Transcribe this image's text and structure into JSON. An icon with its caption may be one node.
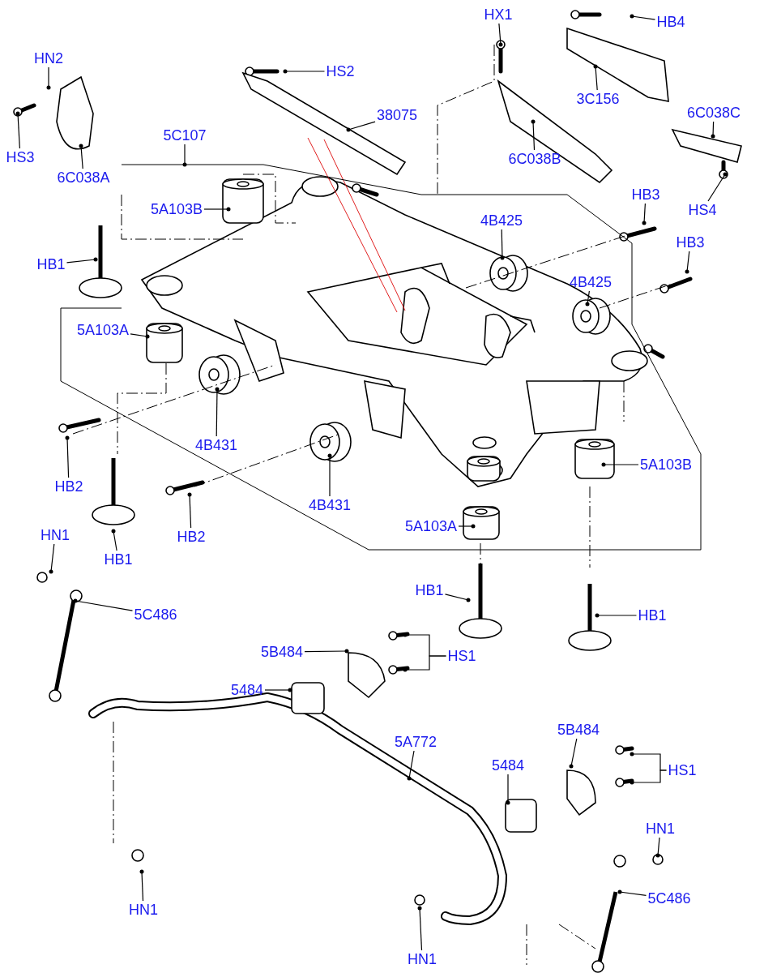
{
  "diagram": {
    "nodes": [
      {
        "text": [
          "HN2"
        ]
      },
      {
        "text": [
          "HS3"
        ]
      },
      {
        "text": [
          "6C038A"
        ]
      },
      {
        "text": [
          "HS2"
        ]
      },
      {
        "text": [
          "38075"
        ]
      },
      {
        "text": [
          "HX1"
        ]
      },
      {
        "text": [
          "HB4"
        ]
      },
      {
        "text": [
          "3C156"
        ]
      },
      {
        "text": [
          "6C038B"
        ]
      },
      {
        "text": [
          "6C038C"
        ]
      },
      {
        "text": [
          "HS4"
        ]
      },
      {
        "text": [
          "5C107"
        ]
      },
      {
        "text": [
          "5A103B"
        ]
      },
      {
        "text": [
          "HB1"
        ]
      },
      {
        "text": [
          "HB3"
        ]
      },
      {
        "text": [
          "4B425"
        ]
      },
      {
        "text": [
          "HB3"
        ]
      },
      {
        "text": [
          "4B425"
        ]
      },
      {
        "text": [
          "5A103A"
        ]
      },
      {
        "text": [
          "4B431"
        ]
      },
      {
        "text": [
          "HB2"
        ]
      },
      {
        "text": [
          "4B431"
        ]
      },
      {
        "text": [
          "HB2"
        ]
      },
      {
        "text": [
          "5A103B"
        ]
      },
      {
        "text": [
          "5A103A"
        ]
      },
      {
        "text": [
          "HB1"
        ]
      },
      {
        "text": [
          "HN1"
        ]
      },
      {
        "text": [
          "5C486"
        ]
      },
      {
        "text": [
          "HB1"
        ]
      },
      {
        "text": [
          "HB1"
        ]
      },
      {
        "text": [
          "5B484"
        ]
      },
      {
        "text": [
          "HS1"
        ]
      },
      {
        "text": [
          "5484"
        ]
      },
      {
        "text": [
          "5A772"
        ]
      },
      {
        "text": [
          "5B484"
        ]
      },
      {
        "text": [
          "5484"
        ]
      },
      {
        "text": [
          "HS1"
        ]
      },
      {
        "text": [
          "HN1"
        ]
      },
      {
        "text": [
          "5C486"
        ]
      },
      {
        "text": [
          "HN1"
        ]
      },
      {
        "text": [
          "HN1"
        ]
      }
    ],
    "edges": [
      {
        "from": 0,
        "to": null,
        "arrow": "other"
      },
      {
        "from": 1,
        "to": null,
        "arrow": "other"
      },
      {
        "from": 2,
        "to": null,
        "arrow": "other"
      },
      {
        "from": 3,
        "to": null,
        "arrow": "other"
      },
      {
        "from": 4,
        "to": null,
        "arrow": "other"
      },
      {
        "from": 5,
        "to": null,
        "arrow": "other"
      },
      {
        "from": 6,
        "to": null,
        "arrow": "other"
      },
      {
        "from": 7,
        "to": null,
        "arrow": "other"
      },
      {
        "from": 8,
        "to": null,
        "arrow": "other"
      },
      {
        "from": 9,
        "to": null,
        "arrow": "other"
      },
      {
        "from": 10,
        "to": null,
        "arrow": "other"
      },
      {
        "from": 11,
        "to": null,
        "arrow": "other"
      },
      {
        "from": 12,
        "to": null,
        "arrow": "other"
      },
      {
        "from": 13,
        "to": null,
        "arrow": "other"
      },
      {
        "from": 14,
        "to": null,
        "arrow": "other"
      },
      {
        "from": 15,
        "to": null,
        "arrow": "other"
      },
      {
        "from": 16,
        "to": null,
        "arrow": "other"
      },
      {
        "from": 17,
        "to": null,
        "arrow": "other"
      },
      {
        "from": 18,
        "to": null,
        "arrow": "other"
      },
      {
        "from": 19,
        "to": null,
        "arrow": "other"
      },
      {
        "from": 20,
        "to": null,
        "arrow": "other"
      },
      {
        "from": 21,
        "to": null,
        "arrow": "other"
      },
      {
        "from": 22,
        "to": null,
        "arrow": "other"
      },
      {
        "from": 23,
        "to": null,
        "arrow": "other"
      },
      {
        "from": 24,
        "to": null,
        "arrow": "other"
      },
      {
        "from": 25,
        "to": null,
        "arrow": "other"
      },
      {
        "from": 26,
        "to": null,
        "arrow": "other"
      },
      {
        "from": 27,
        "to": null,
        "arrow": "other"
      },
      {
        "from": 28,
        "to": null,
        "arrow": "other"
      },
      {
        "from": 29,
        "to": null,
        "arrow": "other"
      },
      {
        "from": 30,
        "to": null,
        "arrow": "other"
      },
      {
        "from": 31,
        "to": null,
        "arrow": "other"
      },
      {
        "from": 31,
        "to": null,
        "arrow": "other"
      },
      {
        "from": 32,
        "to": null,
        "arrow": "other"
      },
      {
        "from": 33,
        "to": null,
        "arrow": "other"
      },
      {
        "from": 34,
        "to": null,
        "arrow": "other"
      },
      {
        "from": 35,
        "to": null,
        "arrow": "other"
      },
      {
        "from": 36,
        "to": null,
        "arrow": "other"
      },
      {
        "from": 36,
        "to": null,
        "arrow": "other"
      },
      {
        "from": 37,
        "to": null,
        "arrow": "other"
      },
      {
        "from": 38,
        "to": null,
        "arrow": "other"
      },
      {
        "from": 39,
        "to": null,
        "arrow": "other"
      },
      {
        "from": 40,
        "to": null,
        "arrow": "other"
      }
    ]
  }
}
